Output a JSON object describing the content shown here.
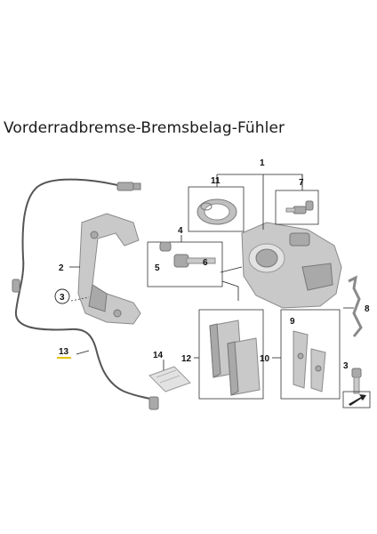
{
  "title": "Vorderradbremse-Bremsbelag-Fühler",
  "callouts": {
    "c1": "1",
    "c2": "2",
    "c3": "3",
    "c3b": "3",
    "c4": "4",
    "c5": "5",
    "c6": "6",
    "c7": "7",
    "c8": "8",
    "c9": "9",
    "c10": "10",
    "c11": "11",
    "c12": "12",
    "c13": "13",
    "c14": "14"
  },
  "colors": {
    "highlight": "#e8c200"
  }
}
